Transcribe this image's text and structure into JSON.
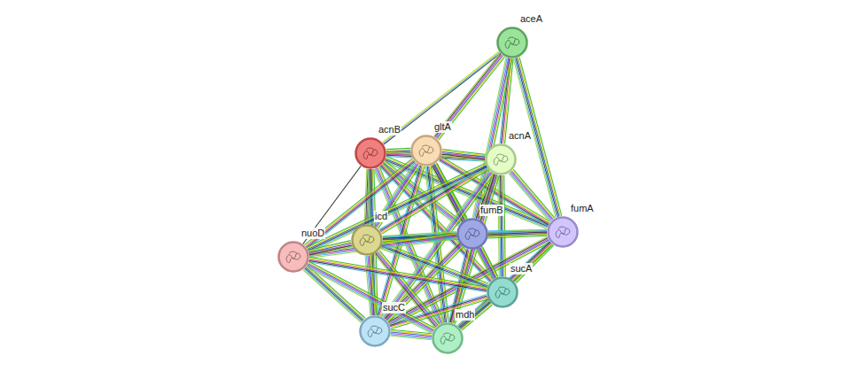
{
  "diagram": {
    "nodes": [
      {
        "text": [
          "aceA"
        ]
      },
      {
        "text": [
          "acnB"
        ]
      },
      {
        "text": [
          "gltA"
        ]
      },
      {
        "text": [
          "acnA"
        ]
      },
      {
        "text": [
          "fumA"
        ]
      },
      {
        "text": [
          "fumB"
        ]
      },
      {
        "text": [
          "icd"
        ]
      },
      {
        "text": [
          "nuoD"
        ]
      },
      {
        "text": [
          "sucA"
        ]
      },
      {
        "text": [
          "sucC"
        ]
      },
      {
        "text": [
          "mdh"
        ]
      }
    ],
    "edges": [
      {
        "from": 0,
        "to": 1,
        "arrow": "none"
      },
      {
        "from": 0,
        "to": 2,
        "arrow": "none"
      },
      {
        "from": 0,
        "to": 3,
        "arrow": "none"
      },
      {
        "from": 0,
        "to": 4,
        "arrow": "none"
      },
      {
        "from": 0,
        "to": 5,
        "arrow": "none"
      },
      {
        "from": 1,
        "to": 2,
        "arrow": "none"
      },
      {
        "from": 1,
        "to": 3,
        "arrow": "none"
      },
      {
        "from": 1,
        "to": 4,
        "arrow": "none"
      },
      {
        "from": 1,
        "to": 5,
        "arrow": "none"
      },
      {
        "from": 1,
        "to": 6,
        "arrow": "none"
      },
      {
        "from": 1,
        "to": 8,
        "arrow": "none"
      },
      {
        "from": 1,
        "to": 9,
        "arrow": "none"
      },
      {
        "from": 1,
        "to": 10,
        "arrow": "none"
      },
      {
        "from": 2,
        "to": 3,
        "arrow": "none"
      },
      {
        "from": 2,
        "to": 4,
        "arrow": "none"
      },
      {
        "from": 2,
        "to": 5,
        "arrow": "none"
      },
      {
        "from": 2,
        "to": 6,
        "arrow": "none"
      },
      {
        "from": 2,
        "to": 8,
        "arrow": "none"
      },
      {
        "from": 2,
        "to": 9,
        "arrow": "none"
      },
      {
        "from": 2,
        "to": 10,
        "arrow": "none"
      },
      {
        "from": 3,
        "to": 4,
        "arrow": "none"
      },
      {
        "from": 3,
        "to": 5,
        "arrow": "none"
      },
      {
        "from": 3,
        "to": 6,
        "arrow": "none"
      },
      {
        "from": 3,
        "to": 8,
        "arrow": "none"
      },
      {
        "from": 3,
        "to": 9,
        "arrow": "none"
      },
      {
        "from": 3,
        "to": 10,
        "arrow": "none"
      },
      {
        "from": 4,
        "to": 5,
        "arrow": "none"
      },
      {
        "from": 4,
        "to": 6,
        "arrow": "none"
      },
      {
        "from": 4,
        "to": 8,
        "arrow": "none"
      },
      {
        "from": 4,
        "to": 9,
        "arrow": "none"
      },
      {
        "from": 4,
        "to": 10,
        "arrow": "none"
      },
      {
        "from": 5,
        "to": 6,
        "arrow": "none"
      },
      {
        "from": 5,
        "to": 8,
        "arrow": "none"
      },
      {
        "from": 5,
        "to": 9,
        "arrow": "none"
      },
      {
        "from": 5,
        "to": 10,
        "arrow": "none"
      },
      {
        "from": 6,
        "to": 8,
        "arrow": "none"
      },
      {
        "from": 6,
        "to": 9,
        "arrow": "none"
      },
      {
        "from": 6,
        "to": 10,
        "arrow": "none"
      },
      {
        "from": 8,
        "to": 9,
        "arrow": "none"
      },
      {
        "from": 8,
        "to": 10,
        "arrow": "none"
      },
      {
        "from": 9,
        "to": 10,
        "arrow": "none"
      },
      {
        "from": 7,
        "to": 1,
        "arrow": "none"
      },
      {
        "from": 7,
        "to": 2,
        "arrow": "none"
      },
      {
        "from": 7,
        "to": 3,
        "arrow": "none"
      },
      {
        "from": 7,
        "to": 5,
        "arrow": "none"
      },
      {
        "from": 7,
        "to": 6,
        "arrow": "none"
      },
      {
        "from": 7,
        "to": 8,
        "arrow": "none"
      },
      {
        "from": 7,
        "to": 9,
        "arrow": "none"
      },
      {
        "from": 7,
        "to": 10,
        "arrow": "none"
      }
    ]
  }
}
